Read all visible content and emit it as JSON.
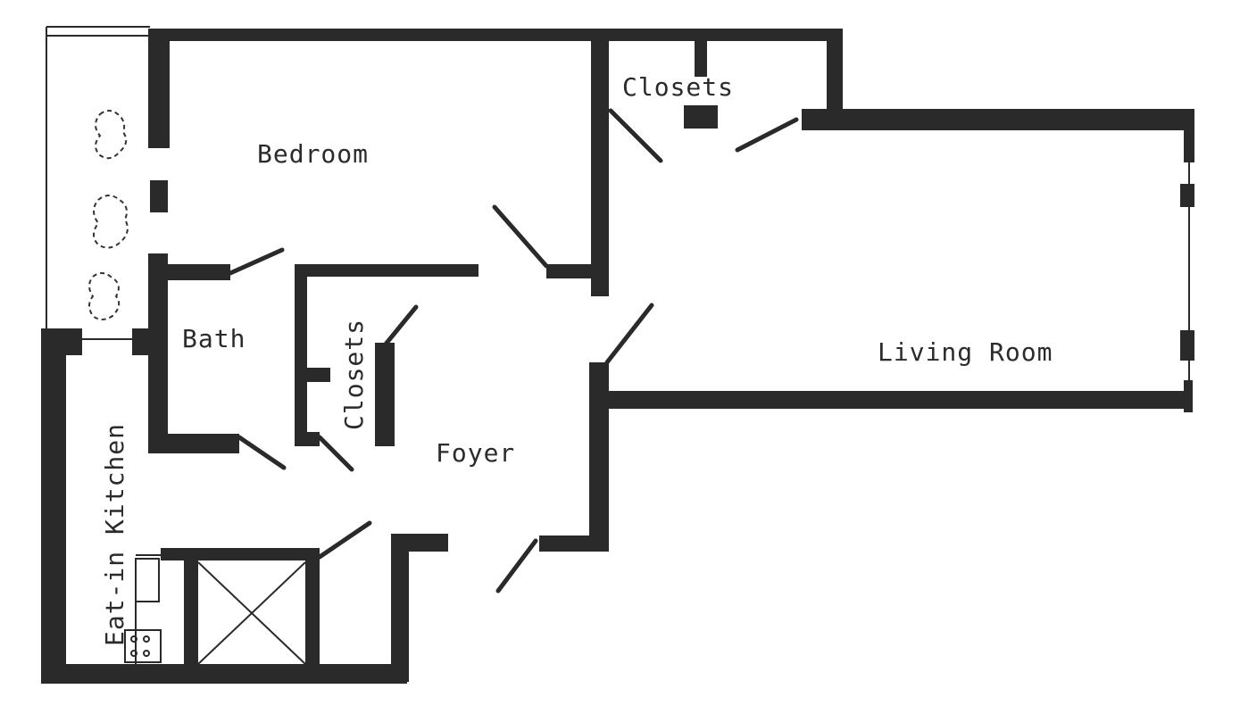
{
  "plan": {
    "rooms": {
      "bedroom": "Bedroom",
      "closets_top": "Closets",
      "closets_mid": "Closets",
      "bath": "Bath",
      "living_room": "Living Room",
      "foyer": "Foyer",
      "kitchen": "Eat-in Kitchen"
    },
    "colors": {
      "wall": "#2a2a2a",
      "paper": "#ffffff",
      "label": "#2b2b2b"
    }
  }
}
